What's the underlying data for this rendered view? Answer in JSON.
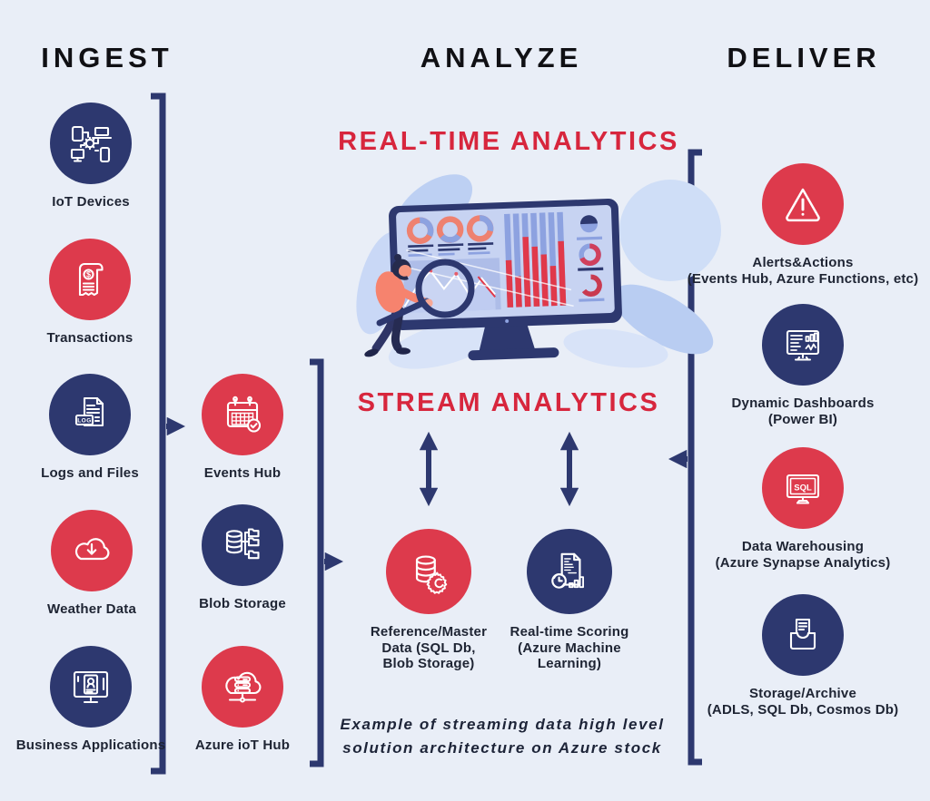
{
  "colors": {
    "background": "#e9eef7",
    "navy": "#2d386f",
    "red": "#dd3a4c",
    "title_red": "#d7263d",
    "header_black": "#101014",
    "periwinkle": "#8da2e0",
    "coral": "#ee8170"
  },
  "headers": {
    "ingest": "INGEST",
    "analyze": "ANALYZE",
    "deliver": "DELIVER"
  },
  "titles": {
    "realtime": "REAL-TIME ANALYTICS",
    "stream": "STREAM ANALYTICS"
  },
  "caption": "Example of streaming data high level\nsolution architecture on Azure stock",
  "ingest_sources": [
    {
      "label": "IoT Devices",
      "color": "navy",
      "icon": "iot-devices-icon"
    },
    {
      "label": "Transactions",
      "color": "red",
      "icon": "transactions-receipt-icon"
    },
    {
      "label": "Logs and Files",
      "color": "navy",
      "icon": "log-files-icon"
    },
    {
      "label": "Weather Data",
      "color": "red",
      "icon": "weather-cloud-download-icon"
    },
    {
      "label": "Business Applications",
      "color": "navy",
      "icon": "business-applications-icon"
    }
  ],
  "hub_stages": [
    {
      "label": "Events Hub",
      "color": "red",
      "icon": "events-hub-calendar-icon"
    },
    {
      "label": "Blob Storage",
      "color": "navy",
      "icon": "blob-storage-icon"
    },
    {
      "label": "Azure ioT Hub",
      "color": "red",
      "icon": "azure-iot-hub-icon"
    }
  ],
  "analysis_nodes": [
    {
      "label": "Reference/Master\nData (SQL Db,\nBlob Storage)",
      "color": "red",
      "icon": "reference-master-data-icon"
    },
    {
      "label": "Real-time Scoring\n(Azure Machine\nLearning)",
      "color": "navy",
      "icon": "realtime-scoring-icon"
    }
  ],
  "deliver_targets": [
    {
      "label": "Alerts&Actions\n(Events Hub, Azure Functions, etc)",
      "color": "red",
      "icon": "alerts-warning-icon"
    },
    {
      "label": "Dynamic Dashboards\n(Power BI)",
      "color": "navy",
      "icon": "dynamic-dashboards-icon"
    },
    {
      "label": "Data Warehousing\n(Azure Synapse Analytics)",
      "color": "red",
      "icon": "data-warehousing-sql-icon"
    },
    {
      "label": "Storage/Archive\n(ADLS, SQL Db, Cosmos Db)",
      "color": "navy",
      "icon": "storage-archive-icon"
    }
  ]
}
